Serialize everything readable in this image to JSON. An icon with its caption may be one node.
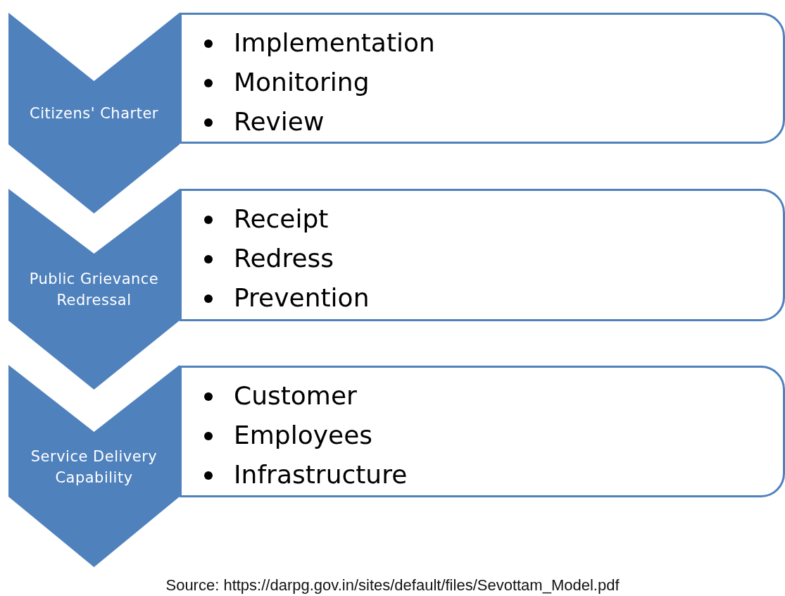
{
  "diagram": {
    "caption": "Source: https://darpg.gov.in/sites/default/files/Sevottam_Model.pdf",
    "nodes": [
      {
        "text": [
          "Citizens' Charter"
        ]
      },
      {
        "text": [
          "Implementation",
          "Monitoring",
          "Review"
        ]
      },
      {
        "text": [
          "Public Grievance Redressal"
        ]
      },
      {
        "text": [
          "Receipt",
          "Redress",
          "Prevention"
        ]
      },
      {
        "text": [
          "Service Delivery Capability"
        ]
      },
      {
        "text": [
          "Customer",
          "Employees",
          "Infrastructure"
        ]
      }
    ]
  }
}
